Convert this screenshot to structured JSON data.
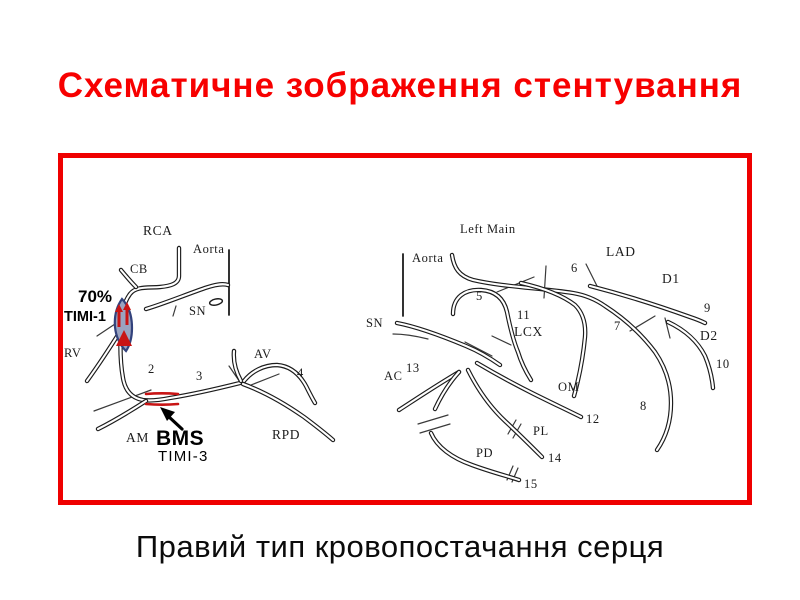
{
  "slide_title": "Схематичне зображення стентування",
  "caption": "Правий тип кровопостачання серця",
  "colors": {
    "title_red": "#f70000",
    "frame_red": "#ef0000",
    "stent_red": "#c81414",
    "stenosis_marker_blue": "#32427c",
    "vessel_black": "#1c1c1c"
  },
  "rca_diagram": {
    "labels": {
      "rca": "RCA",
      "aorta": "Aorta",
      "cb": "CB",
      "sn": "SN",
      "stenosis_percent": "70%",
      "timi_before_stent": "TIMI-1",
      "rv": "RV",
      "segment_2": "2",
      "segment_3": "3",
      "segment_4": "4",
      "av": "AV",
      "am": "AM",
      "stent_type": "BMS",
      "timi_after_stent": "TIMI-3",
      "rpd": "RPD"
    }
  },
  "left_coronary_diagram": {
    "labels": {
      "left_main": "Left Main",
      "aorta": "Aorta",
      "lad": "LAD",
      "d1": "D1",
      "d2": "D2",
      "sn": "SN",
      "lcx": "LCX",
      "om": "OM",
      "ac": "AC",
      "pl": "PL",
      "pd": "PD",
      "segment_5": "5",
      "segment_6": "6",
      "segment_7": "7",
      "segment_8": "8",
      "segment_9": "9",
      "segment_10": "10",
      "segment_11": "11",
      "segment_12": "12",
      "segment_13": "13",
      "segment_14": "14",
      "segment_15": "15"
    }
  }
}
